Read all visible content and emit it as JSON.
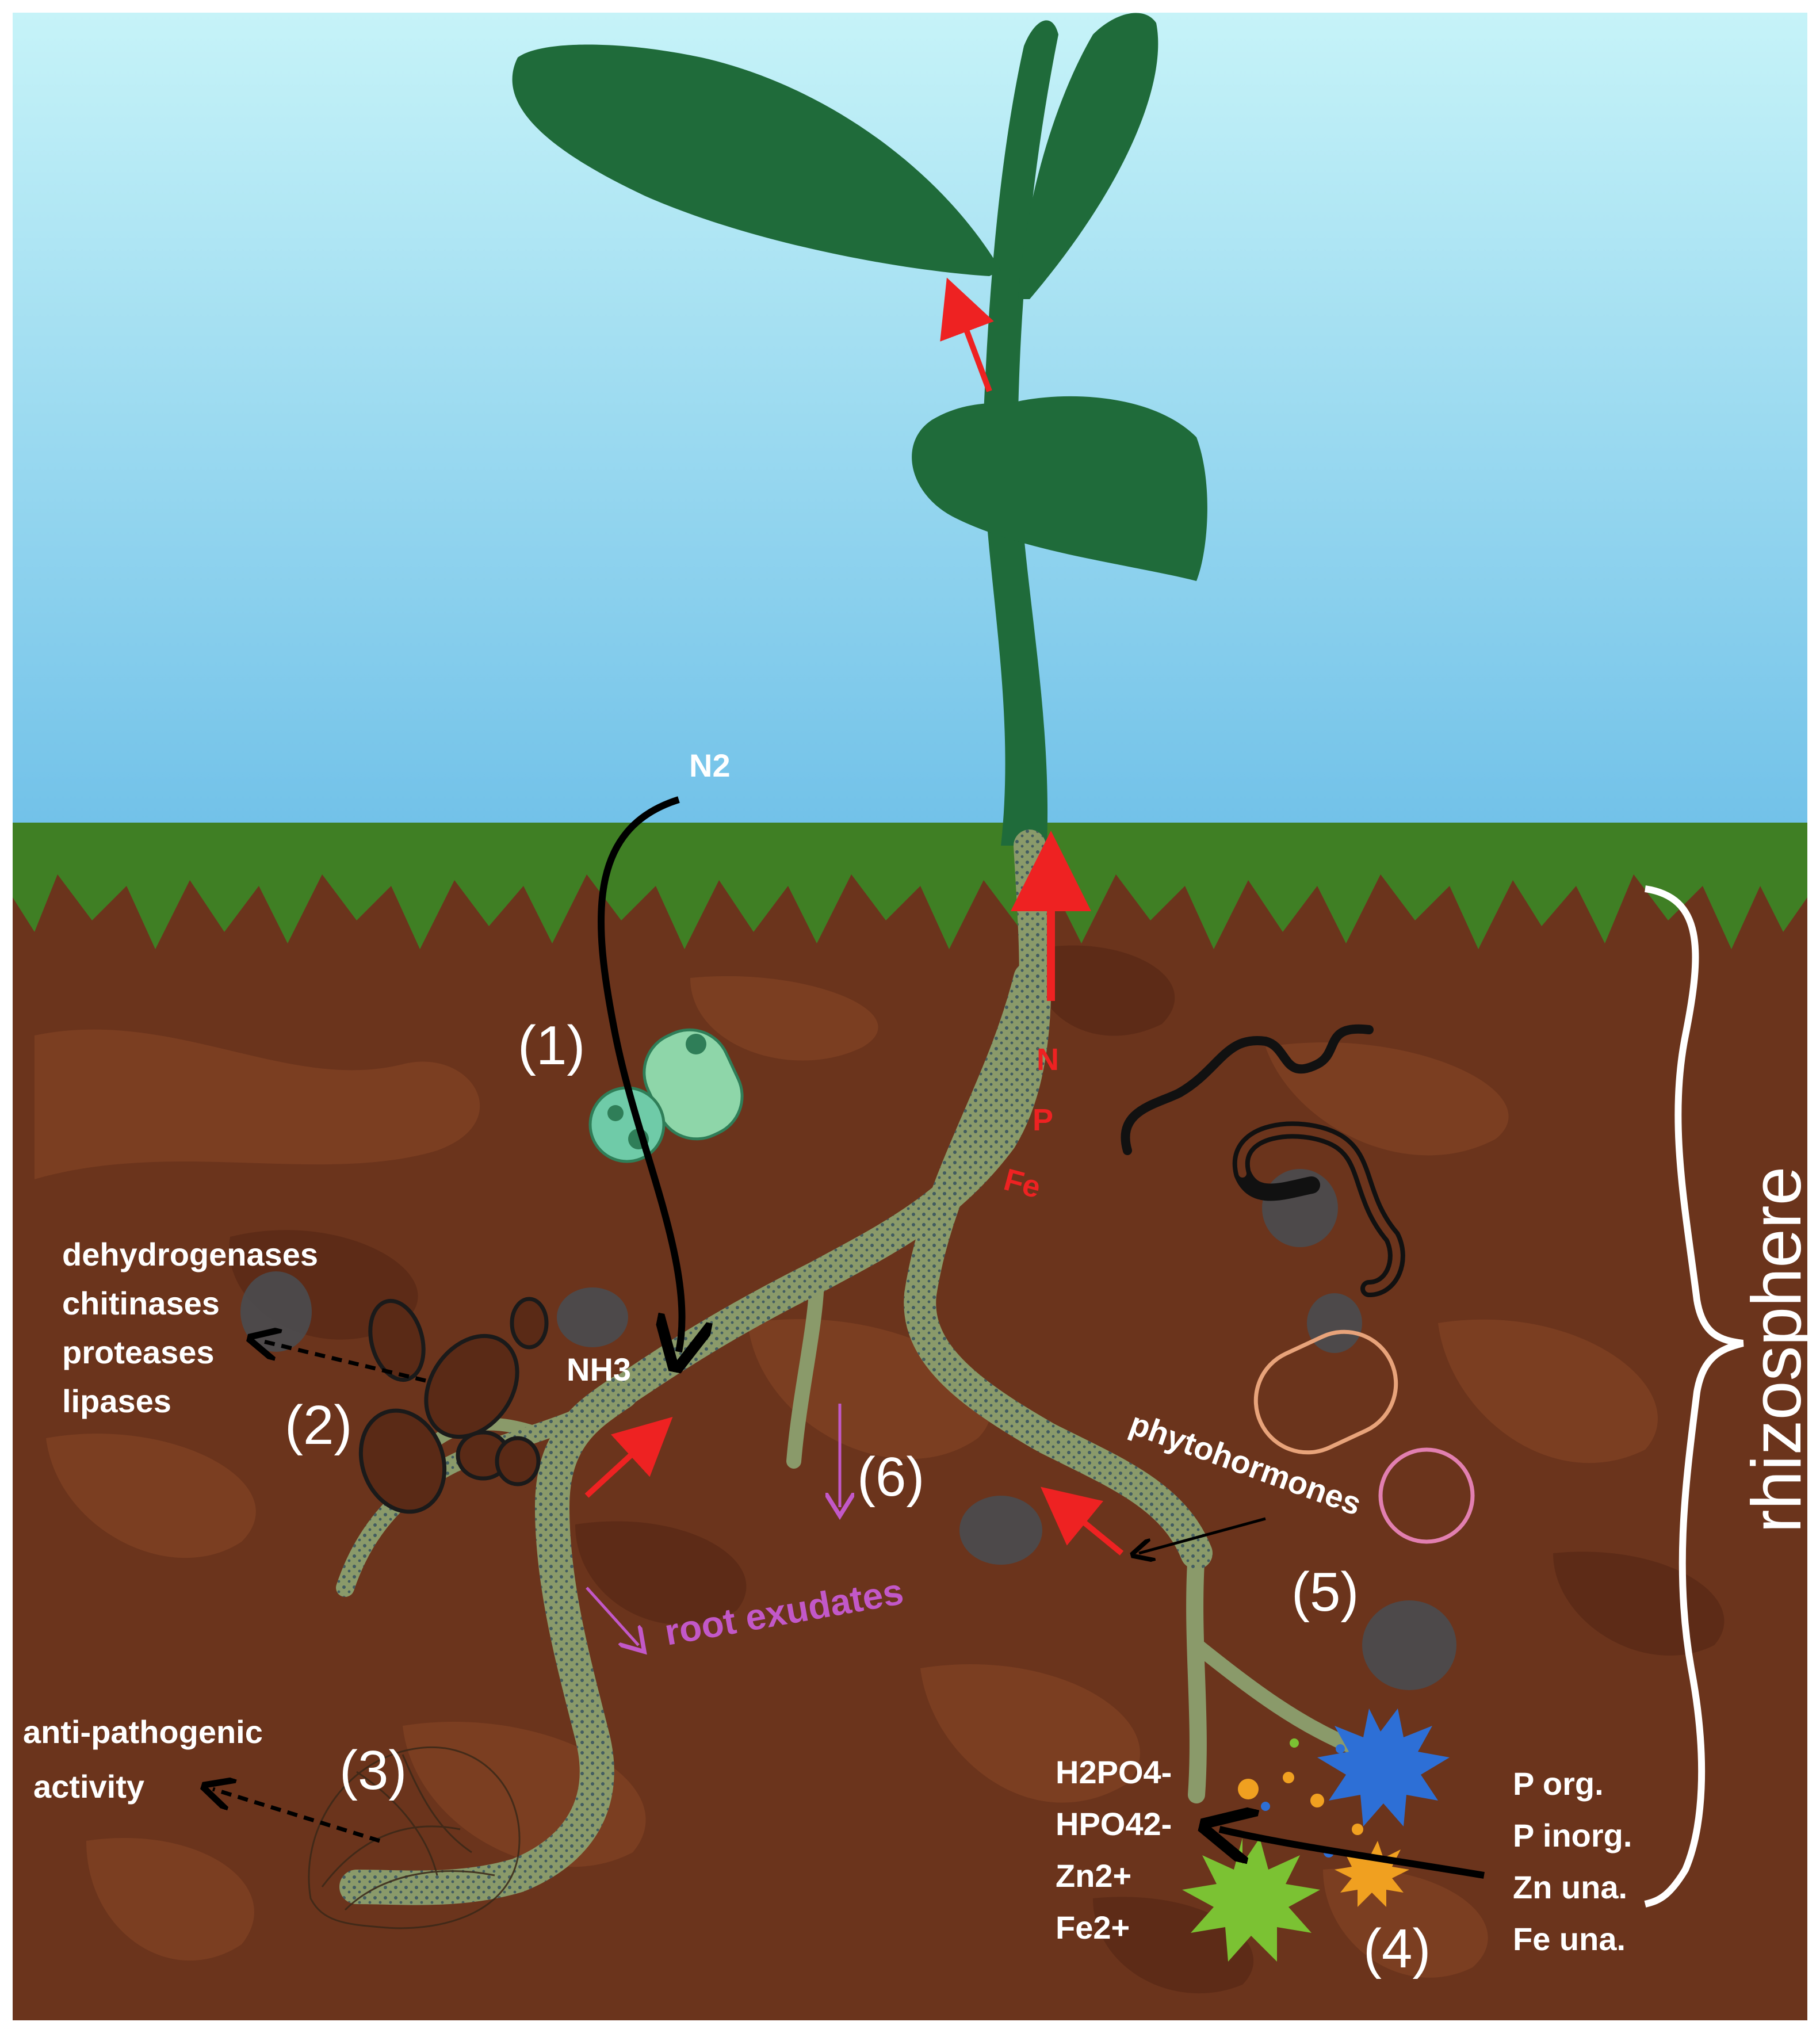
{
  "labels": {
    "n2": "N2",
    "nh3": "NH3",
    "step1": "(1)",
    "step2": "(2)",
    "step3": "(3)",
    "step4": "(4)",
    "step5": "(5)",
    "step6": "(6)",
    "enzymes": [
      "dehydrogenases",
      "chitinases",
      "proteases",
      "lipases"
    ],
    "anti_pathogenic": [
      "anti-pathogenic",
      "activity"
    ],
    "root_exudates": "root exudates",
    "phytohormones": "phytohormones",
    "uptake_nutrients": [
      "N",
      "P",
      "Fe"
    ],
    "available_forms": [
      "H2PO4-",
      "HPO42-",
      "Zn2+",
      "Fe2+"
    ],
    "unavailable_forms": [
      "P org.",
      "P inorg.",
      "Zn una.",
      "Fe una."
    ],
    "rhizosphere": "rhizosphere"
  },
  "colors": {
    "sky_top": "#c6f3f8",
    "sky_bottom": "#6fc0e8",
    "grass": "#3f7f24",
    "soil": "#6b341c",
    "soil_light": "#8a4a2b",
    "plant": "#1f6b3a",
    "root": "#8a9a6a",
    "arrow_red": "#ee2222",
    "exudate": "#c258c8"
  }
}
